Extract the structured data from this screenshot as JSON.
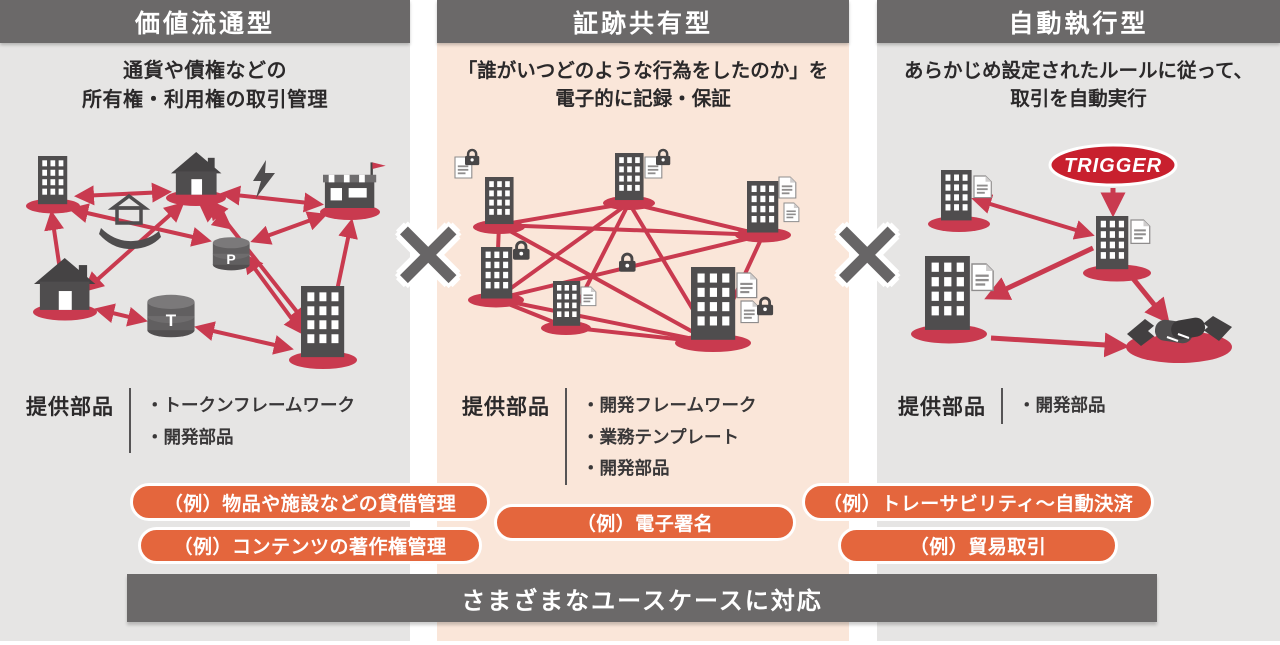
{
  "columns": [
    {
      "header": "価値流通型",
      "desc_line1": "通貨や債権などの",
      "desc_line2": "所有権・利用権の取引管理",
      "parts_label": "提供部品",
      "parts": [
        "・トークンフレームワーク",
        "・開発部品"
      ],
      "examples": [
        "（例）物品や施設などの貸借管理",
        "（例）コンテンツの著作権管理"
      ]
    },
    {
      "header": "証跡共有型",
      "desc_line1": "「誰がいつどのような行為をしたのか」を",
      "desc_line2": "電子的に記録・保証",
      "parts_label": "提供部品",
      "parts": [
        "・開発フレームワーク",
        "・業務テンプレート",
        "・開発部品"
      ],
      "examples": [
        "（例）電子署名"
      ]
    },
    {
      "header": "自動執行型",
      "desc_line1": "あらかじめ設定されたルールに従って、",
      "desc_line2": "取引を自動実行",
      "parts_label": "提供部品",
      "parts": [
        "・開発部品"
      ],
      "examples": [
        "（例）トレーサビリティ〜自動決済",
        "（例）貿易取引"
      ]
    }
  ],
  "separator_symbol": "×",
  "diagram": {
    "trigger_label": "TRIGGER",
    "coin_letter_p": "P",
    "coin_letter_t": "T"
  },
  "footer": "さまざまなユースケースに対応",
  "colors": {
    "header_bg": "#6b6969",
    "column_gray": "#e6e5e4",
    "column_peach": "#fae6d9",
    "pill_orange": "#e4663d",
    "accent_red": "#c93a4f",
    "trigger_red": "#c8202e",
    "node_gray": "#4f4d4e"
  }
}
